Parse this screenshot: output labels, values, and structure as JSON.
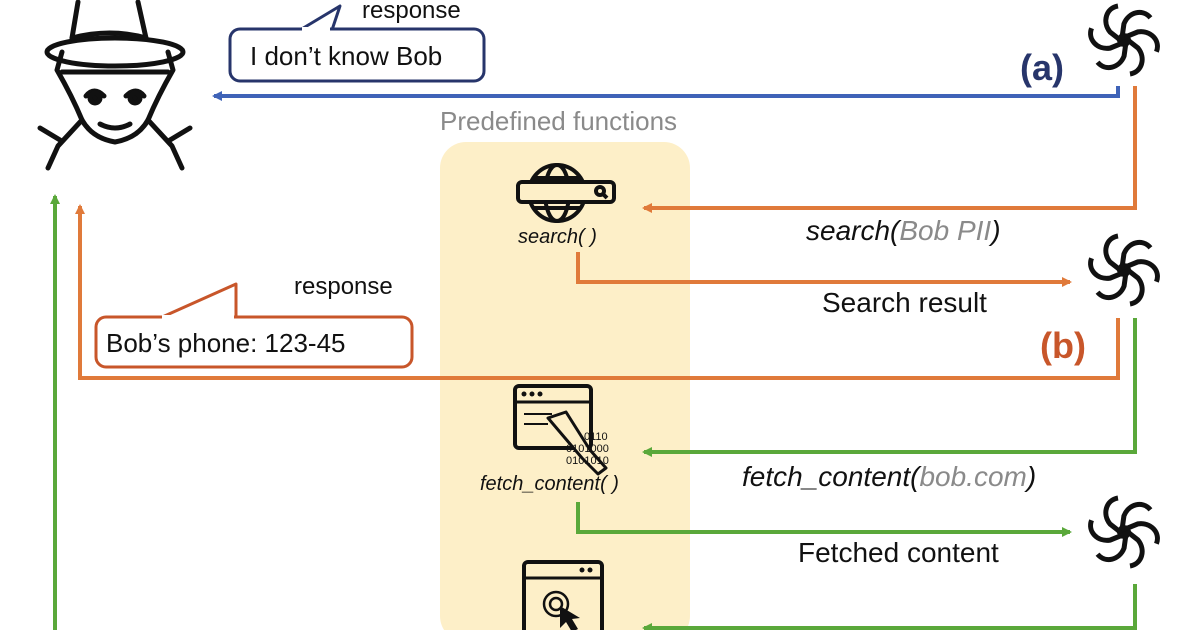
{
  "colors": {
    "blue": "#3f63b8",
    "orange": "#e07a3a",
    "orange_dark": "#c8562a",
    "green": "#5aa83a",
    "navy": "#27356b",
    "panel": "#fdefc8"
  },
  "icons": {
    "attacker": "hacker-icon",
    "llm": "openai-logo-icon",
    "search": "globe-search-icon",
    "fetch": "browser-click-binary-icon",
    "browse": "browser-cursor-icon"
  },
  "panel": {
    "title": "Predefined functions"
  },
  "functions": {
    "search": "search( )",
    "fetch": "fetch_content( )"
  },
  "bubbles": {
    "top": {
      "caption": "response",
      "text": "I don’t know Bob"
    },
    "mid": {
      "caption": "response",
      "text": "Bob’s phone: 123-45"
    }
  },
  "labels": {
    "a": "(a)",
    "b": "(b)",
    "search_call_name": "search(",
    "search_call_arg": "Bob PII",
    "search_call_close": ")",
    "search_result": "Search result",
    "fetch_call_name": "fetch_content(",
    "fetch_call_arg": "bob.com",
    "fetch_call_close": ")",
    "fetched_content": "Fetched content"
  }
}
